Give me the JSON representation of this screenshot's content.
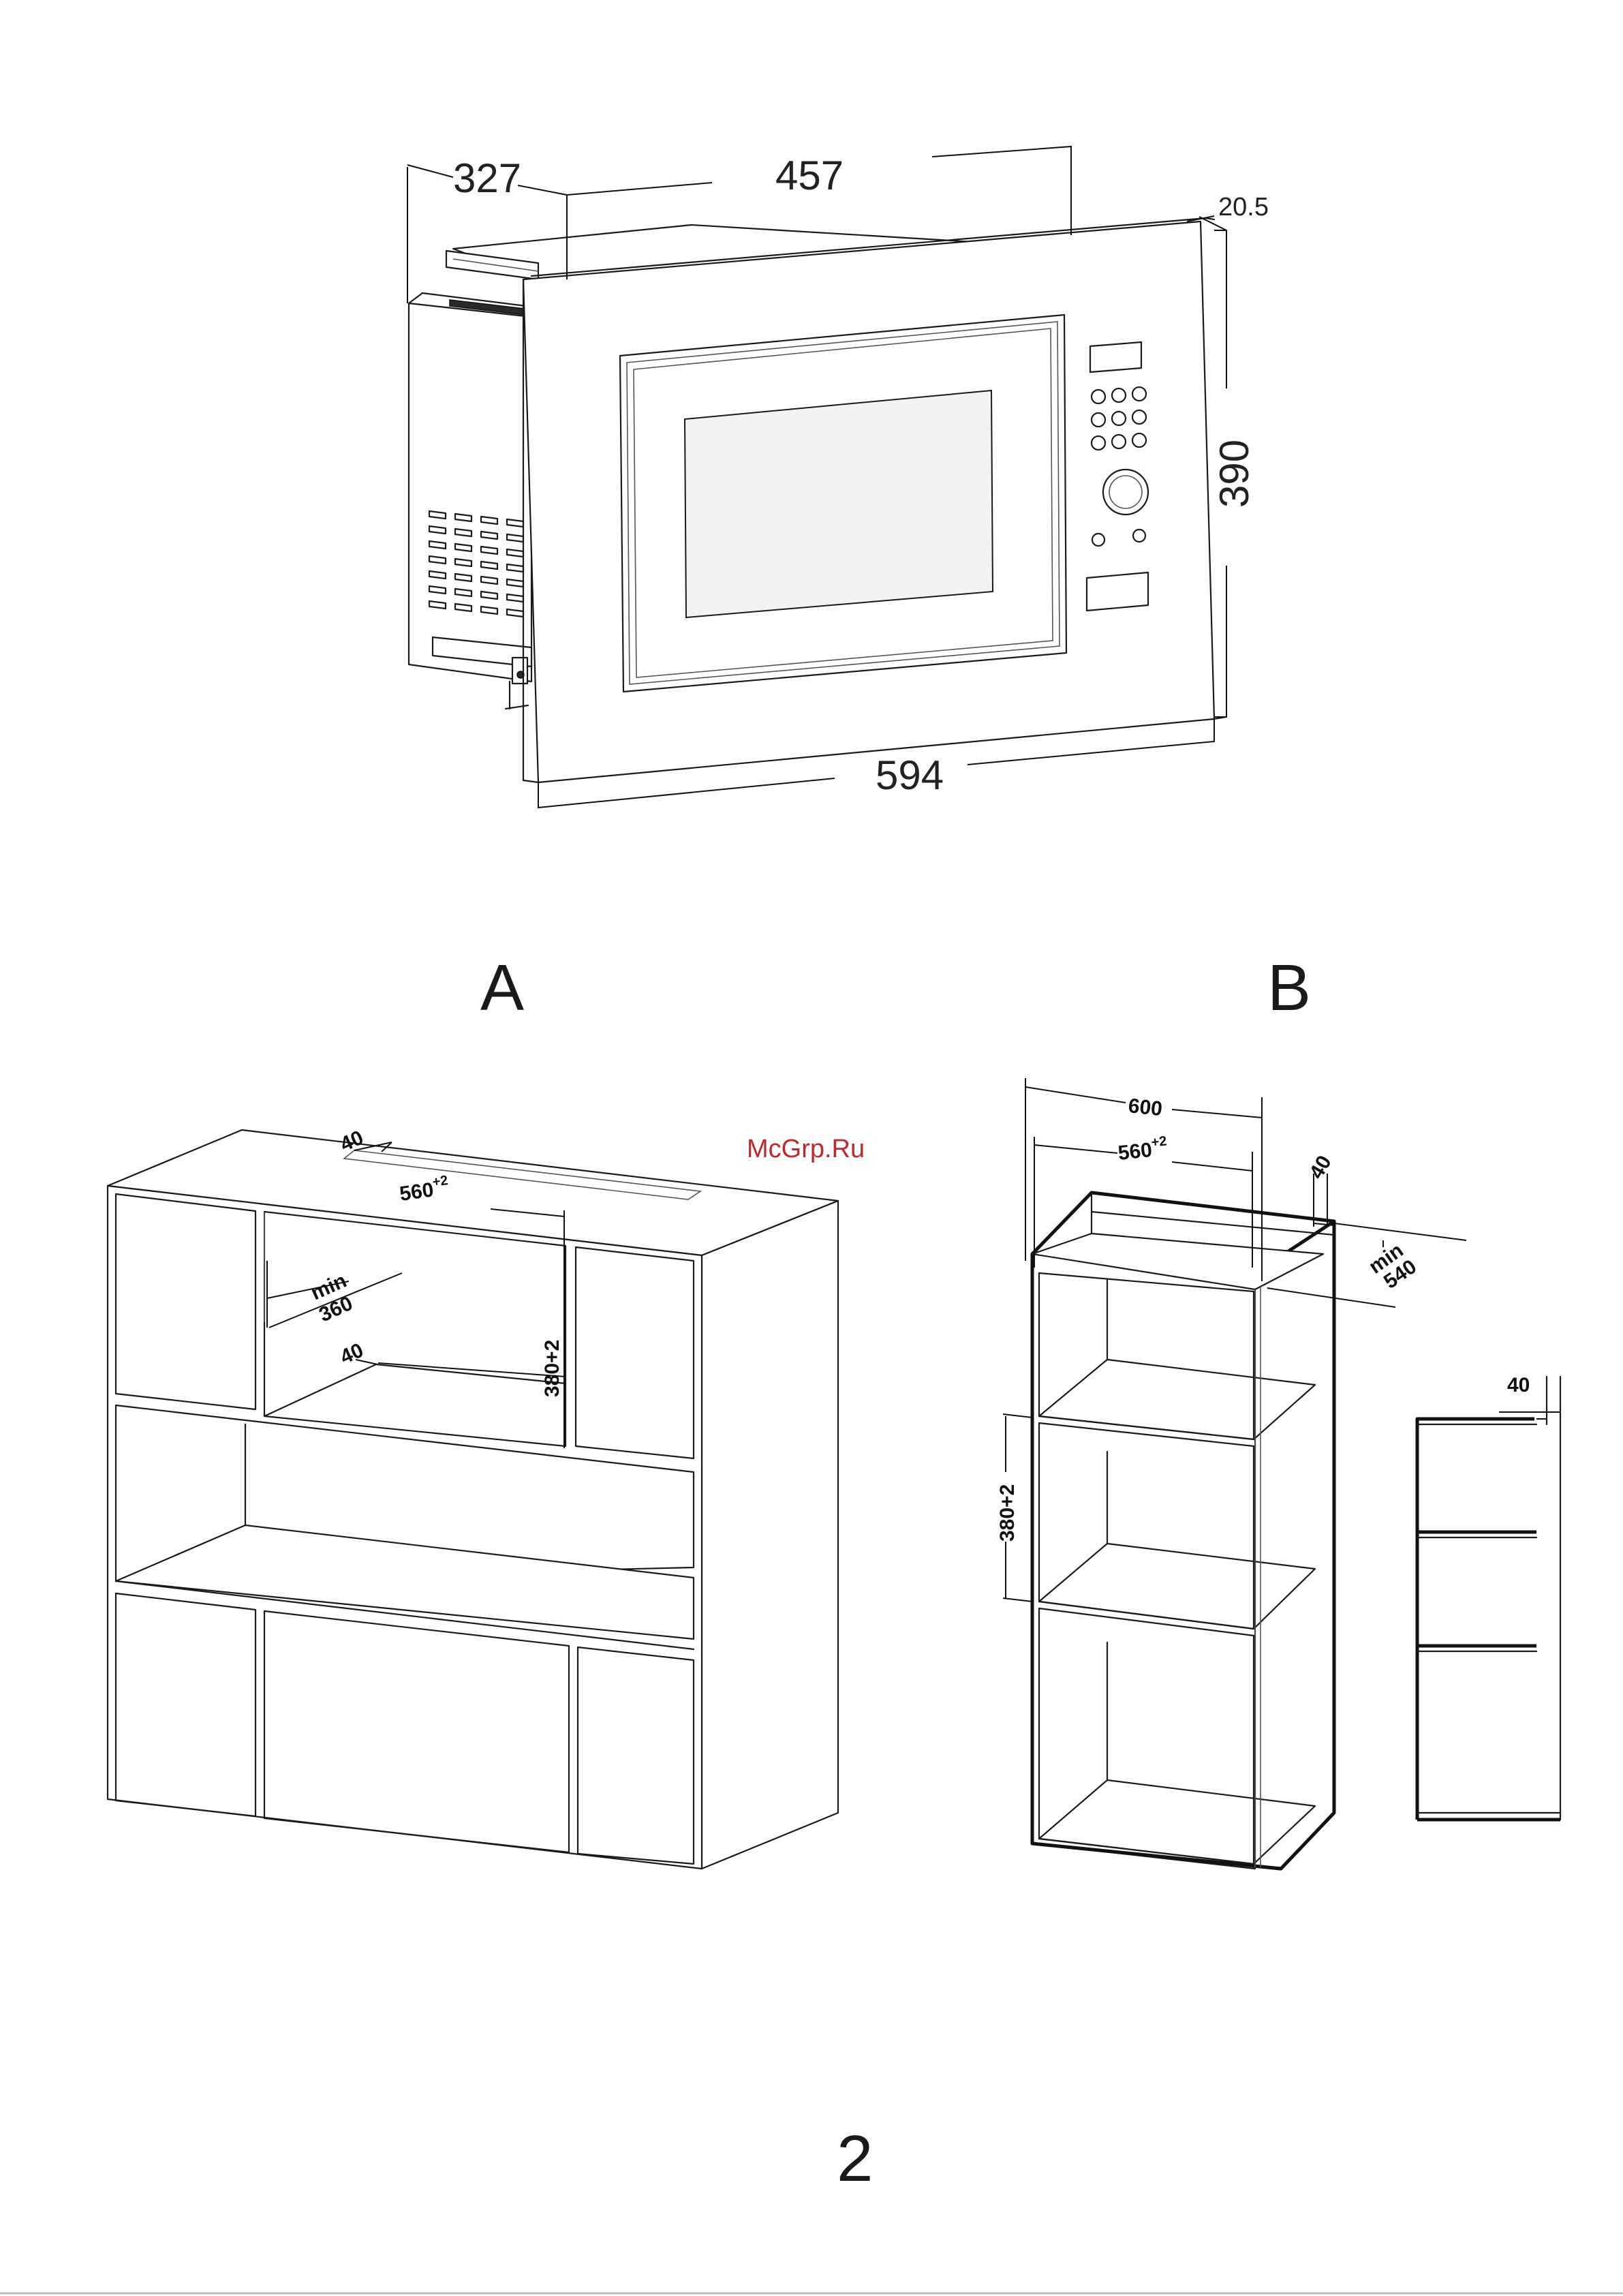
{
  "oven_diagram": {
    "dim_depth": "327",
    "dim_body_width": "457",
    "dim_frame_thickness": "20.5",
    "dim_height": "390",
    "dim_front_width": "594"
  },
  "labels": {
    "section_a": "A",
    "section_b": "B",
    "page_number": "2",
    "watermark": "McGrp.Ru"
  },
  "cabinet_a": {
    "top_40": "40",
    "width_base": "560",
    "width_tol": "+2",
    "min_label": "min",
    "min_value": "360",
    "inner_40": "40",
    "height_value": "380+2"
  },
  "cabinet_b": {
    "outer_width": "600",
    "inner_width_base": "560",
    "inner_width_tol": "+2",
    "side_40": "40",
    "min_label": "min",
    "min_value": "540",
    "height_value": "380+2",
    "profile_40": "40"
  }
}
